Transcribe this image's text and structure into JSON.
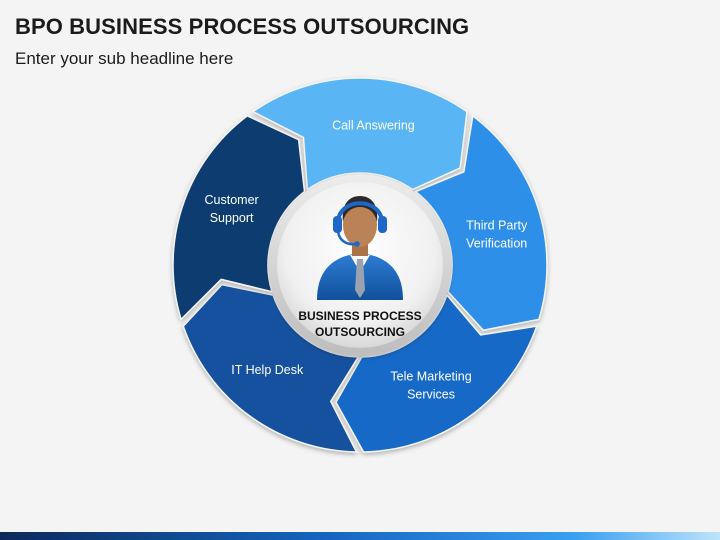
{
  "slide": {
    "title": "BPO BUSINESS PROCESS OUTSOURCING",
    "subtitle": "Enter your sub headline here"
  },
  "diagram": {
    "center": {
      "line1": "BUSINESS PROCESS",
      "line2": "OUTSOURCING",
      "icon": "call-center-agent-icon"
    },
    "segments": [
      {
        "lines": [
          "Call Answering"
        ],
        "color": "#5ab5f5"
      },
      {
        "lines": [
          "Third Party",
          "Verification"
        ],
        "color": "#2f8fe9"
      },
      {
        "lines": [
          "Tele Marketing",
          "Services"
        ],
        "color": "#1669c7"
      },
      {
        "lines": [
          "IT Help Desk"
        ],
        "color": "#1451a0"
      },
      {
        "lines": [
          "Customer",
          "Support"
        ],
        "color": "#0e3d70"
      }
    ]
  }
}
